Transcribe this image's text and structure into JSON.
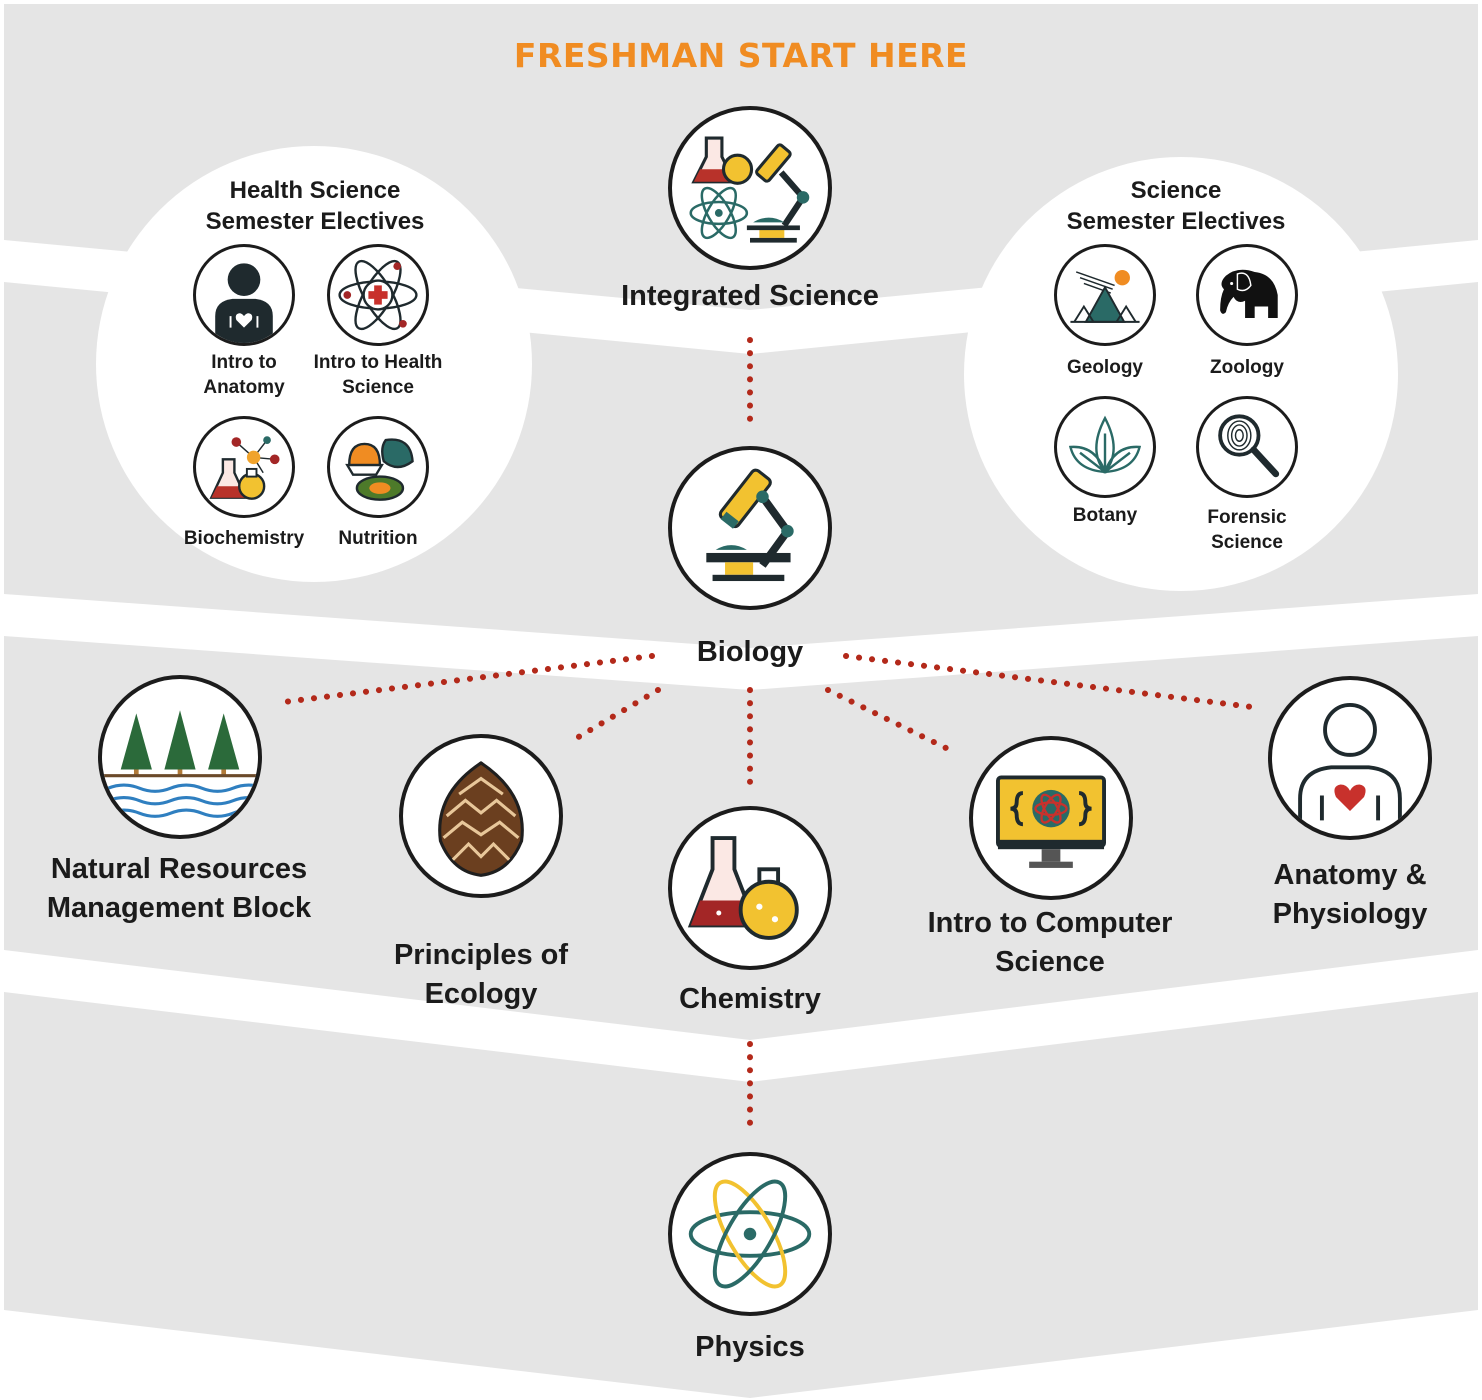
{
  "header": {
    "title": "FRESHMAN START HERE"
  },
  "colors": {
    "band": "#e5e5e5",
    "accent": "#f08c22",
    "connector": "#b3291a",
    "teal": "#2a6a66",
    "yellow": "#f2c230",
    "red": "#a32626"
  },
  "core": {
    "integrated_science": {
      "label": "Integrated Science",
      "icon": "science-lab-icon"
    },
    "biology": {
      "label": "Biology",
      "icon": "microscope-icon"
    },
    "chemistry": {
      "label": "Chemistry",
      "icon": "flasks-icon"
    },
    "physics": {
      "label": "Physics",
      "icon": "atom-icon"
    }
  },
  "health_electives": {
    "title_line1": "Health Science",
    "title_line2": "Semester Electives",
    "items": [
      {
        "line1": "Intro to",
        "line2": "Anatomy",
        "icon": "person-heart-icon"
      },
      {
        "line1": "Intro to Health",
        "line2": "Science",
        "icon": "atom-medical-cross-icon"
      },
      {
        "line1": "Biochemistry",
        "line2": "",
        "icon": "molecule-flask-icon"
      },
      {
        "line1": "Nutrition",
        "line2": "",
        "icon": "food-icon"
      }
    ]
  },
  "science_electives": {
    "title_line1": "Science",
    "title_line2": "Semester Electives",
    "items": [
      {
        "line1": "Geology",
        "line2": "",
        "icon": "mountain-meteor-icon"
      },
      {
        "line1": "Zoology",
        "line2": "",
        "icon": "elephant-icon"
      },
      {
        "line1": "Botany",
        "line2": "",
        "icon": "leaves-icon"
      },
      {
        "line1": "Forensic",
        "line2": "Science",
        "icon": "fingerprint-magnifier-icon"
      }
    ]
  },
  "after_biology": [
    {
      "line1": "Natural Resources",
      "line2": "Management Block",
      "icon": "forest-river-icon"
    },
    {
      "line1": "Principles of",
      "line2": "Ecology",
      "icon": "pinecone-icon"
    },
    {
      "line1": "Intro to Computer",
      "line2": "Science",
      "icon": "computer-atom-icon"
    },
    {
      "line1": "Anatomy &",
      "line2": "Physiology",
      "icon": "person-heart-icon"
    }
  ]
}
